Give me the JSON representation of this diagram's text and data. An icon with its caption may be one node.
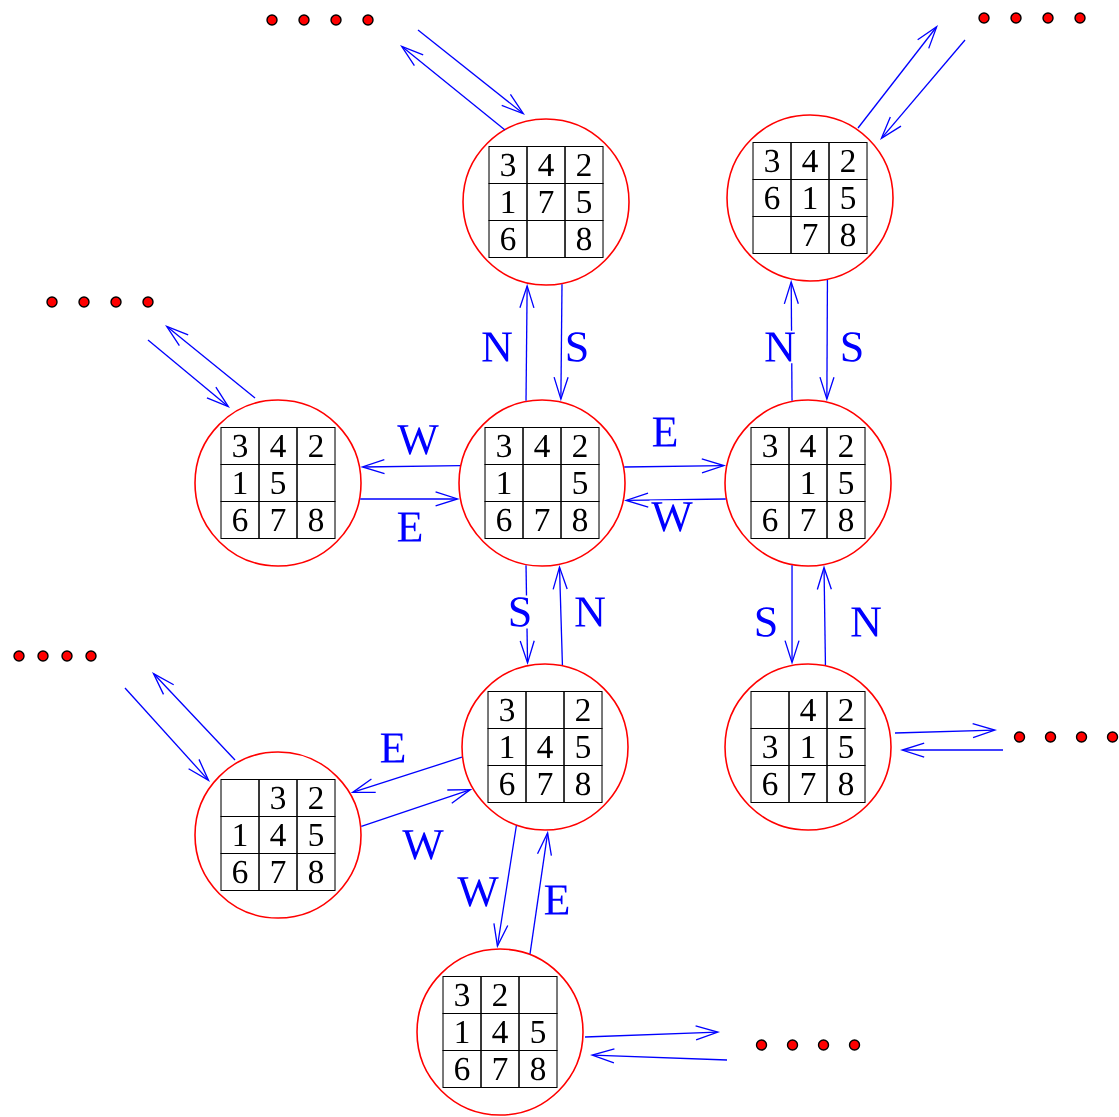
{
  "diagram": {
    "nodes": [
      {
        "text": [],
        "shape": "dots"
      },
      {
        "text": [],
        "shape": "dots"
      },
      {
        "text": [],
        "shape": "circle"
      },
      {
        "text": [
          "3"
        ],
        "in": 2
      },
      {
        "text": [
          "4"
        ],
        "in": 2
      },
      {
        "text": [
          "2"
        ],
        "in": 2
      },
      {
        "text": [
          "1"
        ],
        "in": 2
      },
      {
        "text": [
          "7"
        ],
        "in": 2
      },
      {
        "text": [
          "5"
        ],
        "in": 2
      },
      {
        "text": [
          "6"
        ],
        "in": 2
      },
      {
        "text": [],
        "shape": "box",
        "in": 2
      },
      {
        "text": [
          "8"
        ],
        "in": 2
      },
      {
        "text": [],
        "shape": "circle"
      },
      {
        "text": [
          "3"
        ],
        "in": 12
      },
      {
        "text": [
          "4"
        ],
        "in": 12
      },
      {
        "text": [
          "2"
        ],
        "in": 12
      },
      {
        "text": [
          "6"
        ],
        "in": 12
      },
      {
        "text": [
          "1"
        ],
        "in": 12
      },
      {
        "text": [
          "5"
        ],
        "in": 12
      },
      {
        "text": [],
        "shape": "box",
        "in": 12
      },
      {
        "text": [
          "7"
        ],
        "in": 12
      },
      {
        "text": [
          "8"
        ],
        "in": 12
      },
      {
        "text": [],
        "shape": "dots"
      },
      {
        "text": [],
        "shape": "circle"
      },
      {
        "text": [
          "3"
        ],
        "in": 23
      },
      {
        "text": [
          "4"
        ],
        "in": 23
      },
      {
        "text": [
          "2"
        ],
        "in": 23
      },
      {
        "text": [
          "1"
        ],
        "in": 23
      },
      {
        "text": [
          "5"
        ],
        "in": 23
      },
      {
        "text": [],
        "shape": "box",
        "in": 23
      },
      {
        "text": [
          "6"
        ],
        "in": 23
      },
      {
        "text": [
          "7"
        ],
        "in": 23
      },
      {
        "text": [
          "8"
        ],
        "in": 23
      },
      {
        "text": [],
        "shape": "circle"
      },
      {
        "text": [
          "3"
        ],
        "in": 33
      },
      {
        "text": [
          "4"
        ],
        "in": 33
      },
      {
        "text": [
          "2"
        ],
        "in": 33
      },
      {
        "text": [
          "1"
        ],
        "in": 33
      },
      {
        "text": [],
        "shape": "box",
        "in": 33
      },
      {
        "text": [
          "5"
        ],
        "in": 33
      },
      {
        "text": [
          "6"
        ],
        "in": 33
      },
      {
        "text": [
          "7"
        ],
        "in": 33
      },
      {
        "text": [
          "8"
        ],
        "in": 33
      },
      {
        "text": [],
        "shape": "circle"
      },
      {
        "text": [
          "3"
        ],
        "in": 43
      },
      {
        "text": [
          "4"
        ],
        "in": 43
      },
      {
        "text": [
          "2"
        ],
        "in": 43
      },
      {
        "text": [],
        "shape": "box",
        "in": 43
      },
      {
        "text": [
          "1"
        ],
        "in": 43
      },
      {
        "text": [
          "5"
        ],
        "in": 43
      },
      {
        "text": [
          "6"
        ],
        "in": 43
      },
      {
        "text": [
          "7"
        ],
        "in": 43
      },
      {
        "text": [
          "8"
        ],
        "in": 43
      },
      {
        "text": [],
        "shape": "dots"
      },
      {
        "text": [],
        "shape": "circle"
      },
      {
        "text": [
          "3"
        ],
        "in": 54
      },
      {
        "text": [],
        "shape": "box",
        "in": 54
      },
      {
        "text": [
          "2"
        ],
        "in": 54
      },
      {
        "text": [
          "1"
        ],
        "in": 54
      },
      {
        "text": [
          "4"
        ],
        "in": 54
      },
      {
        "text": [
          "5"
        ],
        "in": 54
      },
      {
        "text": [
          "6"
        ],
        "in": 54
      },
      {
        "text": [
          "7"
        ],
        "in": 54
      },
      {
        "text": [
          "8"
        ],
        "in": 54
      },
      {
        "text": [],
        "shape": "circle"
      },
      {
        "text": [],
        "shape": "box",
        "in": 64
      },
      {
        "text": [
          "4"
        ],
        "in": 64
      },
      {
        "text": [
          "2"
        ],
        "in": 64
      },
      {
        "text": [
          "3"
        ],
        "in": 64
      },
      {
        "text": [
          "1"
        ],
        "in": 64
      },
      {
        "text": [
          "5"
        ],
        "in": 64
      },
      {
        "text": [
          "6"
        ],
        "in": 64
      },
      {
        "text": [
          "7"
        ],
        "in": 64
      },
      {
        "text": [
          "8"
        ],
        "in": 64
      },
      {
        "text": [],
        "shape": "dots"
      },
      {
        "text": [],
        "shape": "circle"
      },
      {
        "text": [],
        "shape": "box",
        "in": 75
      },
      {
        "text": [
          "3"
        ],
        "in": 75
      },
      {
        "text": [
          "2"
        ],
        "in": 75
      },
      {
        "text": [
          "1"
        ],
        "in": 75
      },
      {
        "text": [
          "4"
        ],
        "in": 75
      },
      {
        "text": [
          "5"
        ],
        "in": 75
      },
      {
        "text": [
          "6"
        ],
        "in": 75
      },
      {
        "text": [
          "7"
        ],
        "in": 75
      },
      {
        "text": [
          "8"
        ],
        "in": 75
      },
      {
        "text": [],
        "shape": "circle"
      },
      {
        "text": [
          "3"
        ],
        "in": 85
      },
      {
        "text": [
          "2"
        ],
        "in": 85
      },
      {
        "text": [],
        "shape": "box",
        "in": 85
      },
      {
        "text": [
          "1"
        ],
        "in": 85
      },
      {
        "text": [
          "4"
        ],
        "in": 85
      },
      {
        "text": [
          "5"
        ],
        "in": 85
      },
      {
        "text": [
          "6"
        ],
        "in": 85
      },
      {
        "text": [
          "7"
        ],
        "in": 85
      },
      {
        "text": [
          "8"
        ],
        "in": 85
      },
      {
        "text": [],
        "shape": "dots"
      }
    ],
    "edges": [
      {
        "from": 33,
        "to": 2,
        "arrow": "to",
        "label": "N"
      },
      {
        "from": 2,
        "to": 33,
        "arrow": "to",
        "label": "S"
      },
      {
        "from": 33,
        "to": 23,
        "arrow": "to",
        "label": "W"
      },
      {
        "from": 23,
        "to": 33,
        "arrow": "to",
        "label": "E"
      },
      {
        "from": 33,
        "to": 43,
        "arrow": "to",
        "label": "E"
      },
      {
        "from": 43,
        "to": 33,
        "arrow": "to",
        "label": "W"
      },
      {
        "from": 33,
        "to": 54,
        "arrow": "to",
        "label": "S"
      },
      {
        "from": 54,
        "to": 33,
        "arrow": "to",
        "label": "N"
      },
      {
        "from": 43,
        "to": 12,
        "arrow": "to",
        "label": "N"
      },
      {
        "from": 12,
        "to": 43,
        "arrow": "to",
        "label": "S"
      },
      {
        "from": 43,
        "to": 64,
        "arrow": "to",
        "label": "S"
      },
      {
        "from": 64,
        "to": 43,
        "arrow": "to",
        "label": "N"
      },
      {
        "from": 54,
        "to": 75,
        "arrow": "to",
        "label": "E"
      },
      {
        "from": 75,
        "to": 54,
        "arrow": "to",
        "label": "W"
      },
      {
        "from": 54,
        "to": 85,
        "arrow": "to",
        "label": "W"
      },
      {
        "from": 85,
        "to": 54,
        "arrow": "to",
        "label": "E"
      },
      {
        "from": 0,
        "to": 2,
        "arrow": "to"
      },
      {
        "from": 2,
        "to": 0,
        "arrow": "to"
      },
      {
        "from": 12,
        "to": 1,
        "arrow": "to"
      },
      {
        "from": 1,
        "to": 12,
        "arrow": "to"
      },
      {
        "from": 23,
        "to": 22,
        "arrow": "to"
      },
      {
        "from": 22,
        "to": 23,
        "arrow": "to"
      },
      {
        "from": 75,
        "to": 53,
        "arrow": "to"
      },
      {
        "from": 53,
        "to": 75,
        "arrow": "to"
      },
      {
        "from": 64,
        "to": 74,
        "arrow": "to"
      },
      {
        "from": 74,
        "to": 64,
        "arrow": "to"
      },
      {
        "from": 85,
        "to": 95,
        "arrow": "to"
      },
      {
        "from": 95,
        "to": 85,
        "arrow": "to"
      }
    ]
  }
}
